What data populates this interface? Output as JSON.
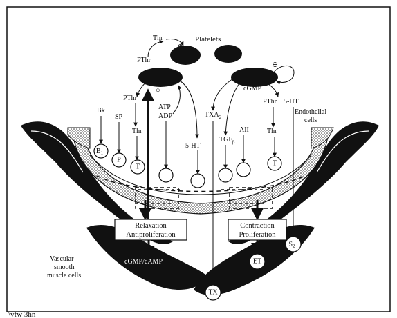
{
  "labels": {
    "platelets": "Platelets",
    "thr_top": "Thr",
    "pthr_top": "PThr",
    "plus_top": "⊕",
    "plus_right": "⊕",
    "pthr_left": "PThr",
    "circle_minus": "○",
    "atp": "ATP",
    "adp": "ADP",
    "txa2": "TXA",
    "txa2_sub": "2",
    "cgmp": "cGMP",
    "pthr_right": "PThr",
    "fivehtr": "5-HT",
    "endothelial": "Endothelial",
    "cells": "cells",
    "bk": "Bk",
    "sp": "SP",
    "thr_left": "Thr",
    "fivehtc": "5-HT",
    "tgf": "TGF",
    "tgf_sub": "β",
    "aii": "AII",
    "thr_right": "Thr",
    "vascular": "Vascular",
    "smooth": "smooth",
    "muscle_cells": "muscle cells",
    "cgmp_camp": "cGMP/cAMP",
    "bottom_mark": "\\vfw 3hn"
  },
  "receptors": {
    "b1": "B",
    "b1_sub": "1",
    "p": "P",
    "t_left": "T",
    "t_right": "T",
    "et": "ET",
    "tx": "TX",
    "s2": "S",
    "s2_sub": "2"
  },
  "boxes": {
    "relaxation": "Relaxation",
    "antiproliferation": "Antiproliferation",
    "contraction": "Contraction",
    "proliferation": "Proliferation"
  }
}
